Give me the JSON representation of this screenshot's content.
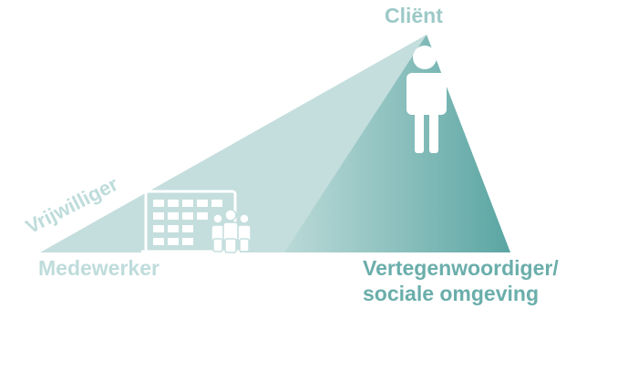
{
  "labels": {
    "client": "Cliënt",
    "vrijwilliger": "Vrijwilliger",
    "medewerker": "Medewerker",
    "vertegenwoordiger_line1": "Vertegenwoordiger/",
    "vertegenwoordiger_line2": "sociale omgeving"
  },
  "icons": [
    "person-icon",
    "building-icon",
    "people-group-icon",
    "family-icon",
    "dog-icon"
  ],
  "colors": {
    "light_fill": "#c3dddc",
    "mid_fill": "#a9cfcd",
    "dark_fill": "#5aa5a2",
    "client_text": "#9cc9c7",
    "left_text": "#bedcdb",
    "right_text": "#6aaeab",
    "icon_white": "#ffffff"
  }
}
